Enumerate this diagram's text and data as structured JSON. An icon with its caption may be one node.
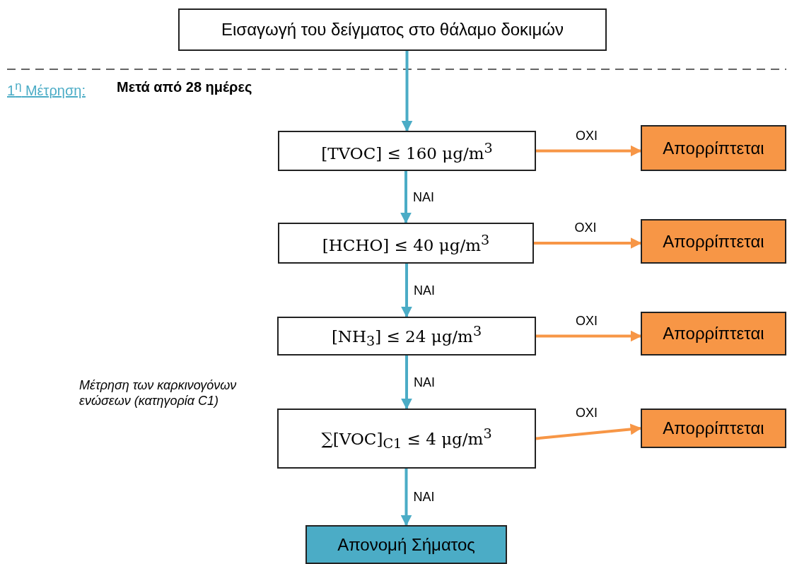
{
  "diagram": {
    "nodes": [
      {
        "text": [
          "Εισαγωγή του δείγματος στο θάλαμο δοκιμών"
        ]
      },
      {
        "text": [
          "[TVOC] ≤ 160 μg/m$^{3}$"
        ]
      },
      {
        "text": [
          "Απορρίπτεται"
        ]
      },
      {
        "text": [
          "[HCHO] ≤ 40 μg/m$^{3}$"
        ]
      },
      {
        "text": [
          "Απορρίπτεται"
        ]
      },
      {
        "text": [
          "[NH$_{3}$] ≤ 24 μg/m$^{3}$"
        ]
      },
      {
        "text": [
          "Απορρίπτεται"
        ]
      },
      {
        "text": [
          "∑[VOC]$_{C1}$ ≤ 4 μg/m$^{3}$"
        ],
        "beside": [
          "Μέτρηση των καρκινογόνων ενώσεων (κατηγορία C1)"
        ]
      },
      {
        "text": [
          "Απορρίπτεται"
        ]
      },
      {
        "text": [
          "Απονομή Σήματος"
        ]
      }
    ],
    "edges": [
      {
        "from": 0,
        "to": 1,
        "arrow": "to"
      },
      {
        "from": 1,
        "to": 2,
        "arrow": "to",
        "label": "ΟΧΙ",
        "color": "#f79646"
      },
      {
        "from": 1,
        "to": 3,
        "arrow": "to",
        "label": "ΝΑΙ"
      },
      {
        "from": 3,
        "to": 4,
        "arrow": "to",
        "label": "ΟΧΙ",
        "color": "#f79646"
      },
      {
        "from": 3,
        "to": 5,
        "arrow": "to",
        "label": "ΝΑΙ"
      },
      {
        "from": 5,
        "to": 6,
        "arrow": "to",
        "label": "ΟΧΙ",
        "color": "#f79646"
      },
      {
        "from": 5,
        "to": 7,
        "arrow": "to",
        "label": "ΝΑΙ"
      },
      {
        "from": 7,
        "to": 8,
        "arrow": "to",
        "label": "ΟΧΙ",
        "color": "#f79646"
      },
      {
        "from": 7,
        "to": 9,
        "arrow": "to",
        "label": "ΝΑΙ"
      }
    ],
    "labels": [
      "1$^{η}$ Μέτρηση:",
      "Μετά από 28 ημέρες"
    ]
  }
}
